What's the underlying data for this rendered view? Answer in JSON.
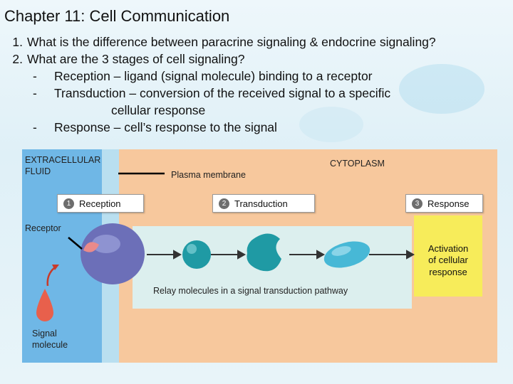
{
  "slide": {
    "title": "Chapter 11:  Cell Communication",
    "questions": [
      {
        "num": "1.",
        "text": "What is the difference between paracrine signaling & endocrine signaling?"
      },
      {
        "num": "2.",
        "text": "What are the 3 stages of cell signaling?"
      }
    ],
    "stages": [
      {
        "dash": "-",
        "text": "Reception – ligand (signal molecule) binding to a receptor"
      },
      {
        "dash": "-",
        "text": "Transduction – conversion of the received signal to a specific"
      },
      {
        "dash": "",
        "text": "cellular response"
      },
      {
        "dash": "-",
        "text": "Response – cell’s response to the signal"
      }
    ]
  },
  "figure": {
    "extracellular_line1": "EXTRACELLULAR",
    "extracellular_line2": "FLUID",
    "plasma_membrane": "Plasma membrane",
    "cytoplasm": "CYTOPLASM",
    "stage1": {
      "num": "1",
      "label": "Reception"
    },
    "stage2": {
      "num": "2",
      "label": "Transduction"
    },
    "stage3": {
      "num": "3",
      "label": "Response"
    },
    "receptor": "Receptor",
    "relay": "Relay molecules in a signal transduction pathway",
    "activation": [
      "Activation",
      "of cellular",
      "response"
    ],
    "signal_line1": "Signal",
    "signal_line2": "molecule"
  },
  "colors": {
    "extracellular": "#6fb7e6",
    "cytoplasm": "#f7c89d",
    "relay_panel": "#dcefee",
    "response_box": "#f7ec5a",
    "receptor": "#6c6fb8",
    "relay_molecule": "#1f9aa4",
    "signal_molecule": "#e8604c"
  }
}
